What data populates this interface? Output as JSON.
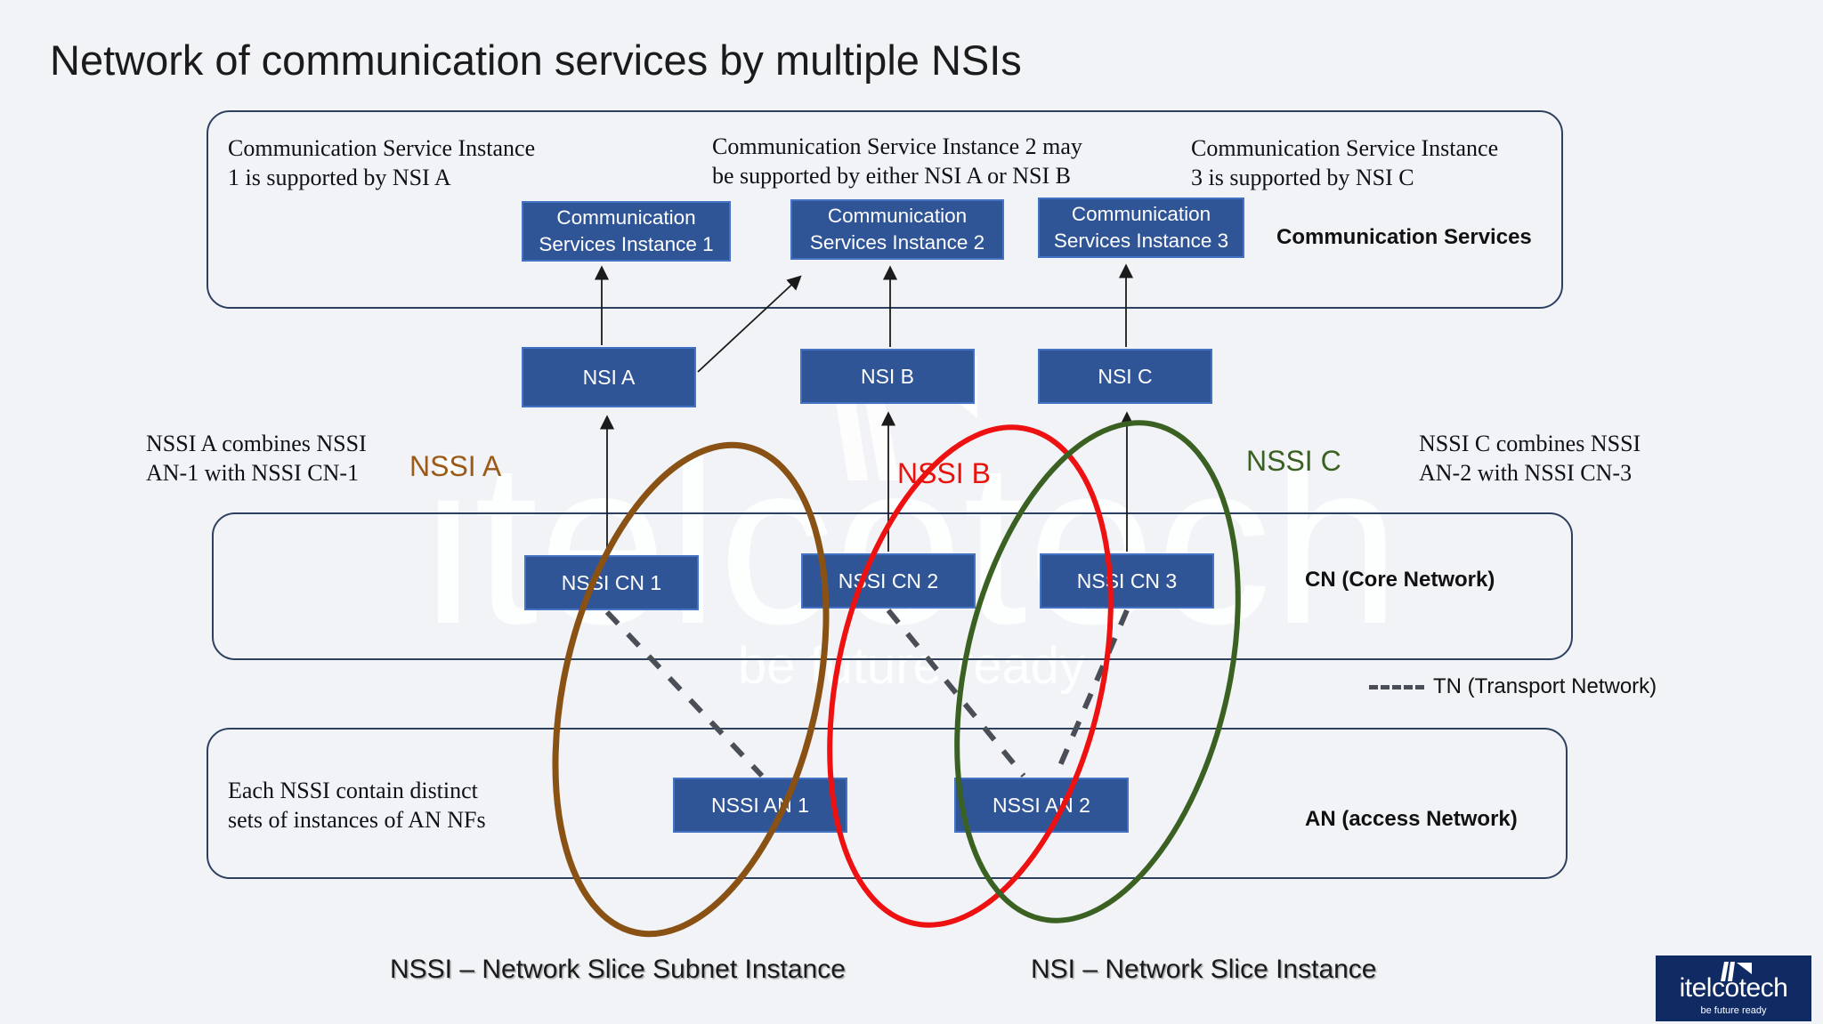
{
  "slide": {
    "title": "Network of communication services by multiple NSIs",
    "background_color": "#f1f3f7"
  },
  "watermark": {
    "word": "itelcotech",
    "tagline": "be future ready"
  },
  "notes": {
    "csi1": "Communication Service Instance\n1 is supported by NSI A",
    "csi2": "Communication Service Instance 2 may\nbe supported by either NSI A or NSI B",
    "csi3": "Communication Service Instance\n3 is supported by NSI C",
    "nssi_a": "NSSI A combines NSSI\nAN-1 with NSSI CN-1",
    "nssi_c": "NSSI C combines NSSI\nAN-2 with NSSI CN-3",
    "an_nf": "Each NSSI contain distinct\nsets of instances of AN NFs"
  },
  "service_boxes": [
    {
      "id": "csi1",
      "label": "Communication\nServices Instance 1"
    },
    {
      "id": "csi2",
      "label": "Communication\nServices Instance 2"
    },
    {
      "id": "csi3",
      "label": "Communication\nServices Instance 3"
    }
  ],
  "nsi_boxes": [
    {
      "id": "nsia",
      "label": "NSI A"
    },
    {
      "id": "nsib",
      "label": "NSI B"
    },
    {
      "id": "nsic",
      "label": "NSI C"
    }
  ],
  "cn_boxes": [
    {
      "id": "cn1",
      "label": "NSSI CN 1"
    },
    {
      "id": "cn2",
      "label": "NSSI CN 2"
    },
    {
      "id": "cn3",
      "label": "NSSI CN 3"
    }
  ],
  "an_boxes": [
    {
      "id": "an1",
      "label": "NSSI AN 1"
    },
    {
      "id": "an2",
      "label": "NSSI AN 2"
    }
  ],
  "layer_labels": {
    "communication_services": "Communication Services",
    "cn": "CN (Core Network)",
    "an": "AN (access Network)",
    "tn": "TN (Transport Network)"
  },
  "ellipse_labels": [
    {
      "id": "a",
      "text": "NSSI A",
      "color": "#9c5a18"
    },
    {
      "id": "b",
      "text": "NSSI B",
      "color": "#e8130d"
    },
    {
      "id": "c",
      "text": "NSSI C",
      "color": "#3a6122"
    }
  ],
  "bottom_legend": {
    "nssi": "NSSI  – Network Slice Subnet Instance",
    "nsi": "NSI – Network Slice Instance"
  },
  "logo": {
    "word": "itelcotech",
    "tagline": "be future ready",
    "background": "#102a63"
  },
  "colors": {
    "box_fill": "#2f5597",
    "box_border": "#4472c4",
    "panel_border": "#2e4060",
    "ellipse_brown": "#8a5115",
    "ellipse_red": "#ee1111",
    "ellipse_green": "#3a6122",
    "dashed_tn": "#4a4f57"
  }
}
